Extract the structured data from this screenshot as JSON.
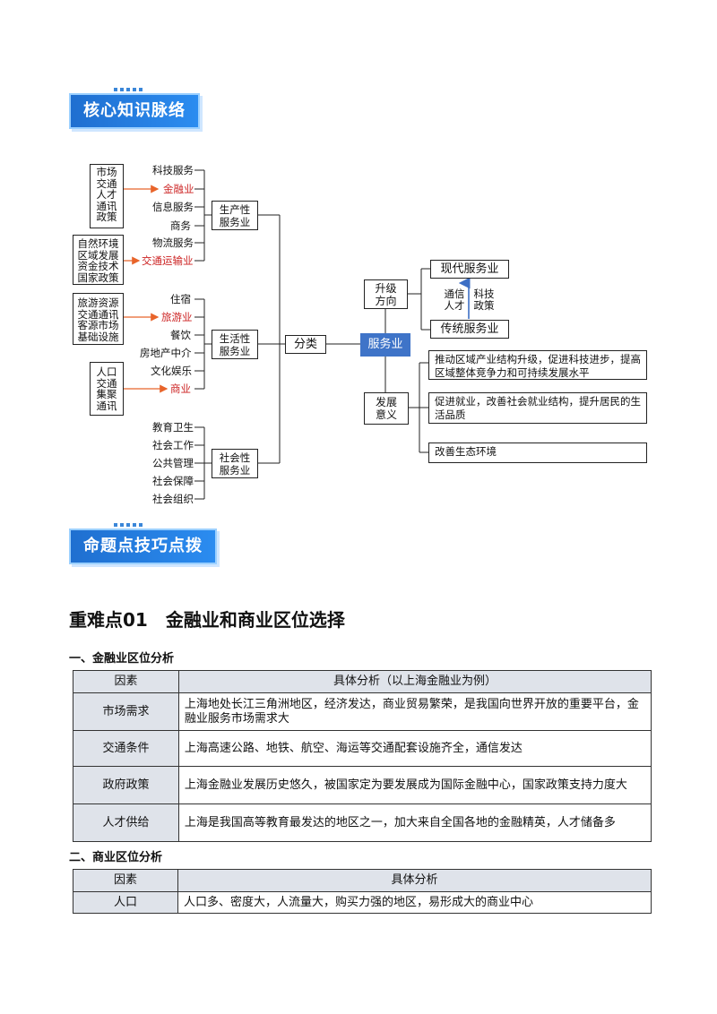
{
  "banners": {
    "core_knowledge": "核心知识脉络",
    "tips": "命题点技巧点拨"
  },
  "mindmap": {
    "group1_factors": [
      "市场",
      "交通",
      "人才",
      "通讯",
      "政策"
    ],
    "group2_factors": [
      "自然环境",
      "区域发展",
      "资金技术",
      "国家政策"
    ],
    "group3_factors": [
      "旅游资源",
      "交通通讯",
      "客源市场",
      "基础设施"
    ],
    "group4_factors": [
      "人口",
      "交通",
      "集聚",
      "通讯"
    ],
    "producer_items": [
      "科技服务",
      "金融业",
      "信息服务",
      "商务",
      "物流服务",
      "交通运输业"
    ],
    "consumer_items": [
      "住宿",
      "旅游业",
      "餐饮",
      "房地产中介",
      "文化娱乐",
      "商业"
    ],
    "public_items": [
      "教育卫生",
      "社会工作",
      "公共管理",
      "社会保障",
      "社会组织"
    ],
    "producer_label": [
      "生产性",
      "服务业"
    ],
    "consumer_label": [
      "生活性",
      "服务业"
    ],
    "public_label": [
      "社会性",
      "服务业"
    ],
    "classify": "分类",
    "core": "服务业",
    "upgrade": [
      "升级",
      "方向"
    ],
    "modern": "现代服务业",
    "traditional": "传统服务业",
    "upgrade_factors_left": [
      "通信",
      "人才"
    ],
    "upgrade_factors_right": [
      "科技",
      "政策"
    ],
    "significance": [
      "发展",
      "意义"
    ],
    "sig1": "推动区域产业结构升级，促进科技进步，提高区域整体竞争力和可持续发展水平",
    "sig2": "促进就业，改善社会就业结构，提升居民的生活品质",
    "sig3": "改善生态环境",
    "colors": {
      "core_bg": "#3f74c8",
      "red_text": "#cc2222",
      "arrow": "#e8642a",
      "up_arrow": "#3d6fc5"
    }
  },
  "heading": "重难点01　金融业和商业区位选择",
  "section1": {
    "title": "一、金融业区位分析",
    "headers": [
      "因素",
      "具体分析（以上海金融业为例）"
    ],
    "rows": [
      [
        "市场需求",
        "上海地处长江三角洲地区，经济发达，商业贸易繁荣，是我国向世界开放的重要平台，金融业服务市场需求大"
      ],
      [
        "交通条件",
        "上海高速公路、地铁、航空、海运等交通配套设施齐全，通信发达"
      ],
      [
        "政府政策",
        "上海金融业发展历史悠久，被国家定为要发展成为国际金融中心，国家政策支持力度大"
      ],
      [
        "人才供给",
        "上海是我国高等教育最发达的地区之一，加大来自全国各地的金融精英，人才储备多"
      ]
    ]
  },
  "section2": {
    "title": "二、商业区位分析",
    "headers": [
      "因素",
      "具体分析"
    ],
    "rows": [
      [
        "人口",
        "人口多、密度大，人流量大，购买力强的地区，易形成大的商业中心"
      ]
    ]
  }
}
